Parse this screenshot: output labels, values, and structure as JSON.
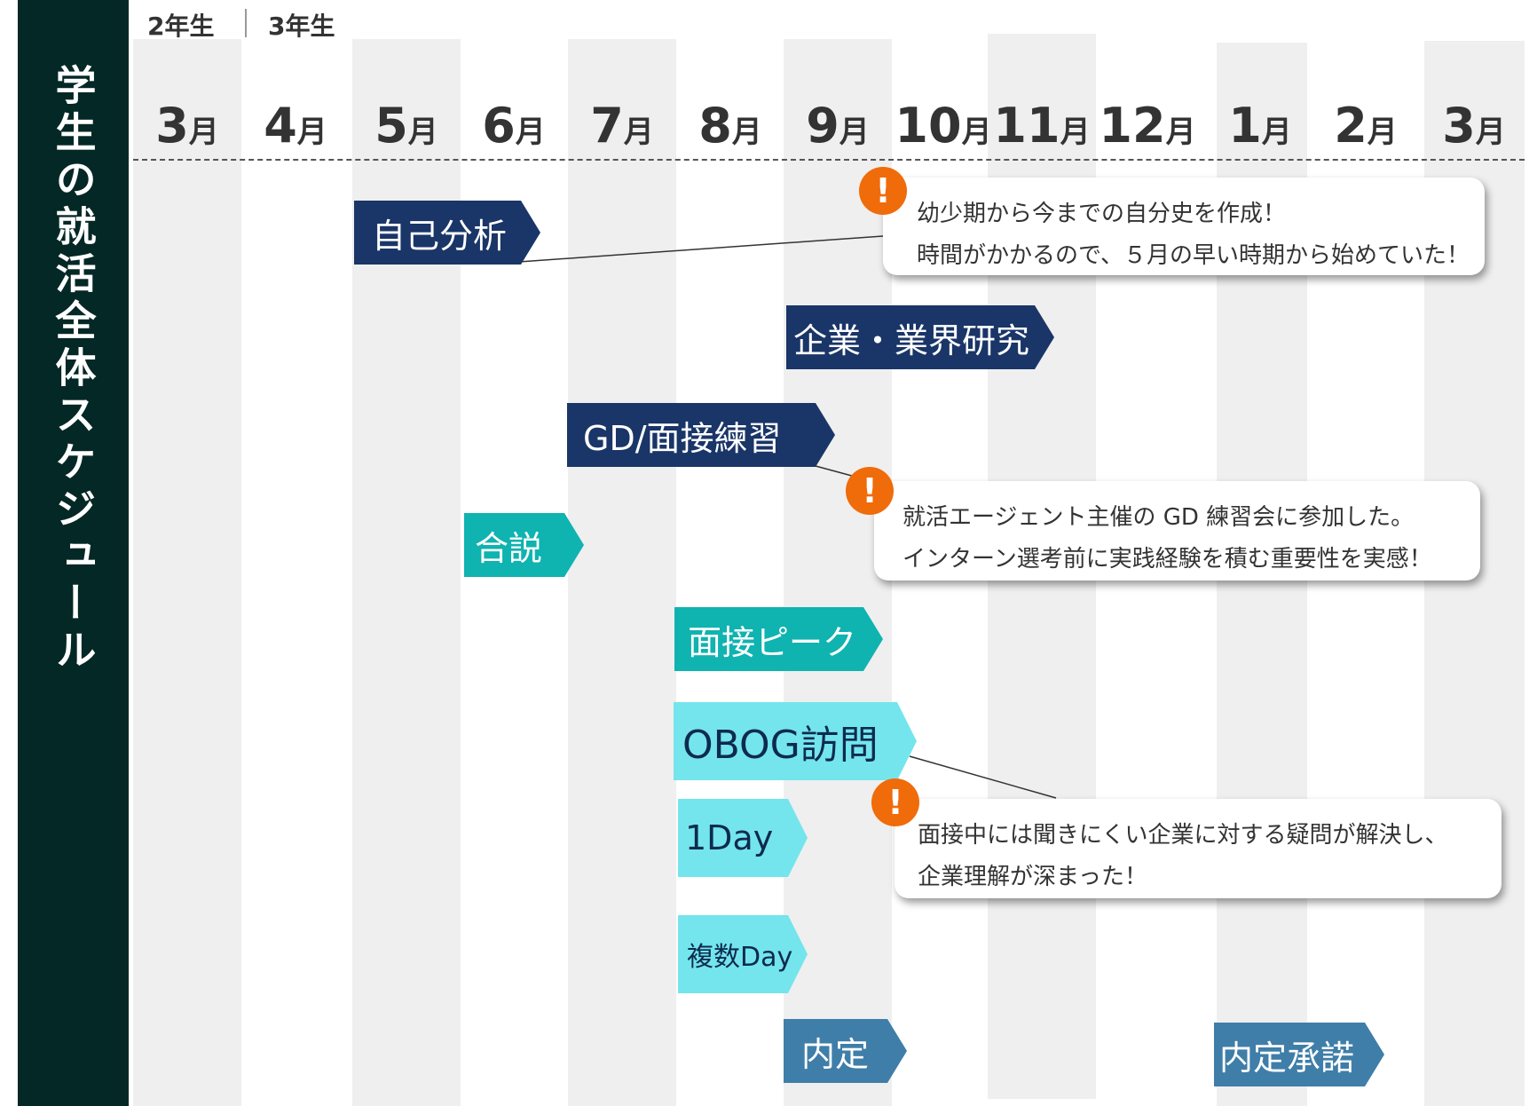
{
  "title": "学生の就活全体スケジュール",
  "years": [
    "2年生",
    "3年生"
  ],
  "months": [
    {
      "num": "3",
      "unit": "月"
    },
    {
      "num": "4",
      "unit": "月"
    },
    {
      "num": "5",
      "unit": "月"
    },
    {
      "num": "6",
      "unit": "月"
    },
    {
      "num": "7",
      "unit": "月"
    },
    {
      "num": "8",
      "unit": "月"
    },
    {
      "num": "9",
      "unit": "月"
    },
    {
      "num": "10",
      "unit": "月"
    },
    {
      "num": "11",
      "unit": "月"
    },
    {
      "num": "12",
      "unit": "月"
    },
    {
      "num": "1",
      "unit": "月"
    },
    {
      "num": "2",
      "unit": "月"
    },
    {
      "num": "3",
      "unit": "月"
    }
  ],
  "tasks": [
    {
      "label": "自己分析",
      "start_month": 4.5,
      "end_month": 6.2
    },
    {
      "label": "企業・業界研究",
      "start_month": 8.6,
      "end_month": 11.1
    },
    {
      "label": "GD/面接練習",
      "start_month": 6.5,
      "end_month": 9.0
    },
    {
      "label": "合説",
      "start_month": 5.5,
      "end_month": 6.6
    },
    {
      "label": "面接ピーク",
      "start_month": 7.5,
      "end_month": 9.45
    },
    {
      "label": "OBOG訪問",
      "start_month": 7.5,
      "end_month": 9.75
    },
    {
      "label": "1Day",
      "start_month": 7.55,
      "end_month": 8.7
    },
    {
      "label": "複数Day",
      "start_month": 7.55,
      "end_month": 8.7
    },
    {
      "label": "内定",
      "start_month": 8.55,
      "end_month": 9.7
    },
    {
      "label": "内定承諾",
      "start_month": 12.55,
      "end_month": 13.9
    }
  ],
  "notes": [
    {
      "lines": [
        "幼少期から今までの自分史を作成！",
        "時間がかかるので、５月の早い時期から始めていた！"
      ]
    },
    {
      "lines": [
        "就活エージェント主催の GD 練習会に参加した。",
        "インターン選考前に実践経験を積む重要性を実感！"
      ]
    },
    {
      "lines": [
        "面接中には聞きにくい企業に対する疑問が解決し、",
        "企業理解が深まった！"
      ]
    }
  ],
  "alert_glyph": "!",
  "colors": {
    "sidebar": "#042826",
    "column_stripe": "#efefef",
    "navy": "#1a3567",
    "teal": "#0fb3b0",
    "cyan": "#74e5ec",
    "steel": "#3f7ea8",
    "alert": "#f06b0a"
  }
}
